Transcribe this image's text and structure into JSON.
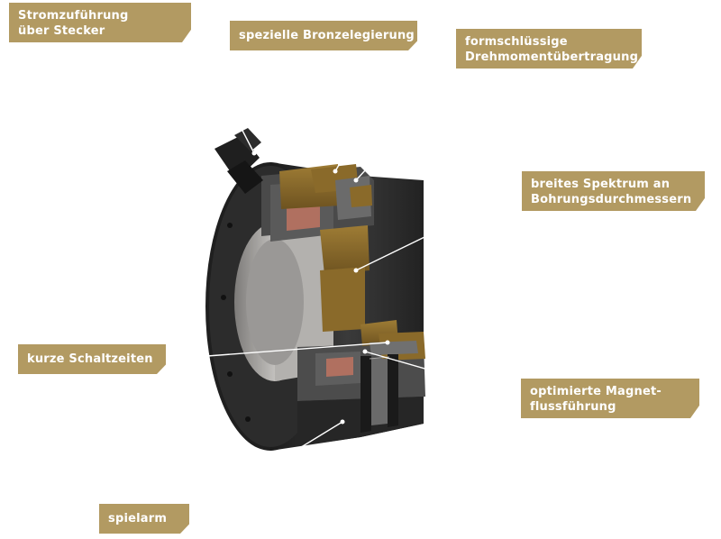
{
  "labels": {
    "power_supply": {
      "line1": "Stromzuführung",
      "line2": "über Stecker"
    },
    "bronze_alloy": {
      "line1": "spezielle Bronzelegierung"
    },
    "torque_transmission": {
      "line1": "formschlüssige",
      "line2": "Drehmomentübertragung"
    },
    "bore_diameters": {
      "line1": "breites Spektrum an",
      "line2": "Bohrungsdurchmessern"
    },
    "switching_times": {
      "line1": "kurze Schaltzeiten"
    },
    "magnetic_flux": {
      "line1": "optimierte Magnet-",
      "line2": "flussführung"
    },
    "low_backlash": {
      "line1": "spielarm"
    }
  },
  "colors": {
    "label_background": "#b29a62",
    "label_text": "#ffffff",
    "housing_dark": "#2e2e2e",
    "bronze": "#8a6a2a",
    "copper_coil": "#b07060",
    "steel_bore": "#a8a6a4"
  }
}
